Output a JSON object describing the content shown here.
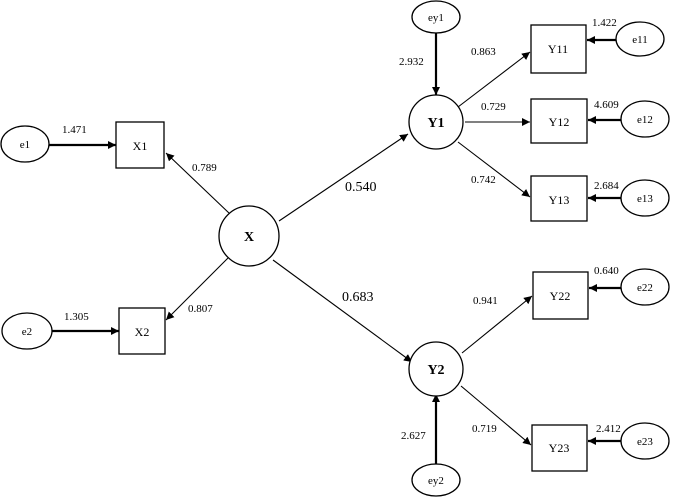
{
  "latent": {
    "X": "X",
    "Y1": "Y1",
    "Y2": "Y2"
  },
  "indicators": {
    "X1": "X1",
    "X2": "X2",
    "Y11": "Y11",
    "Y12": "Y12",
    "Y13": "Y13",
    "Y22": "Y22",
    "Y23": "Y23"
  },
  "errors": {
    "e1": "e1",
    "e2": "e2",
    "e11": "e11",
    "e12": "e12",
    "e13": "e13",
    "e22": "e22",
    "e23": "e23",
    "ey1": "ey1",
    "ey2": "ey2"
  },
  "coefficients": {
    "X_X1": "0.789",
    "X_X2": "0.807",
    "X_Y1": "0.540",
    "X_Y2": "0.683",
    "Y1_Y11": "0.863",
    "Y1_Y12": "0.729",
    "Y1_Y13": "0.742",
    "Y2_Y22": "0.941",
    "Y2_Y23": "0.719",
    "e1_X1": "1.471",
    "e2_X2": "1.305",
    "e11_Y11": "1.422",
    "e12_Y12": "4.609",
    "e13_Y13": "2.684",
    "e22_Y22": "0.640",
    "e23_Y23": "2.412",
    "ey1_Y1": "2.932",
    "ey2_Y2": "2.627"
  }
}
